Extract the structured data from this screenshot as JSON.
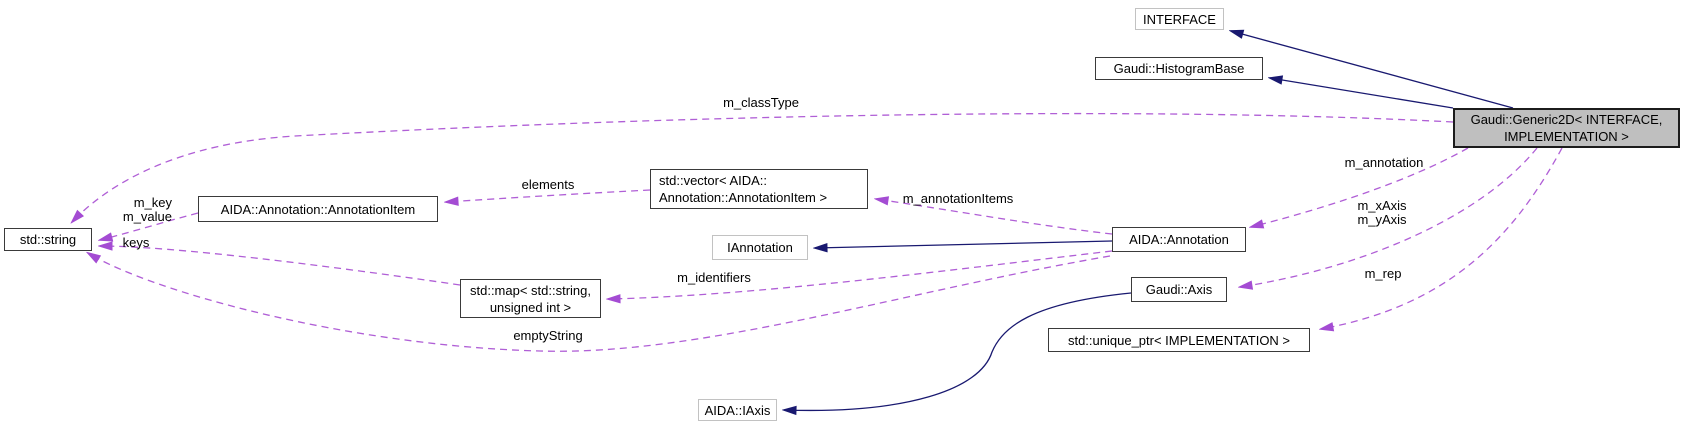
{
  "diagram": {
    "title": "Gaudi::Generic2D collaboration diagram",
    "colors": {
      "background": "#ffffff",
      "inheritance_edge": "#191970",
      "usage_edge": "#b05fd6",
      "usage_arrow": "#a44cd3",
      "node_border": "#3a3a3a",
      "external_node_border": "#c2c2c2",
      "highlight_node_fill": "#bfbfbf"
    },
    "nodes": {
      "interface": {
        "label": "INTERFACE"
      },
      "histogram_base": {
        "label": "Gaudi::HistogramBase"
      },
      "generic2d": {
        "label": "Gaudi::Generic2D< INTERFACE,\nIMPLEMENTATION >"
      },
      "std_string": {
        "label": "std::string"
      },
      "annotation_item": {
        "label": "AIDA::Annotation::AnnotationItem"
      },
      "vector_annotation_item": {
        "label": "std::vector< AIDA::\nAnnotation::AnnotationItem >"
      },
      "iannotation": {
        "label": "IAnnotation"
      },
      "aida_annotation": {
        "label": "AIDA::Annotation"
      },
      "map_string_uint": {
        "label": "std::map< std::string,\nunsigned int >"
      },
      "gaudi_axis": {
        "label": "Gaudi::Axis"
      },
      "unique_ptr": {
        "label": "std::unique_ptr< IMPLEMENTATION >"
      },
      "aida_iaxis": {
        "label": "AIDA::IAxis"
      }
    },
    "edge_labels": {
      "m_classType": "m_classType",
      "m_key_m_value": "m_key\nm_value",
      "keys": "keys",
      "elements": "elements",
      "m_annotationItems": "m_annotationItems",
      "m_annotation": "m_annotation",
      "m_xAxis_m_yAxis": "m_xAxis\nm_yAxis",
      "m_rep": "m_rep",
      "m_identifiers": "m_identifiers",
      "emptyString": "emptyString"
    }
  }
}
